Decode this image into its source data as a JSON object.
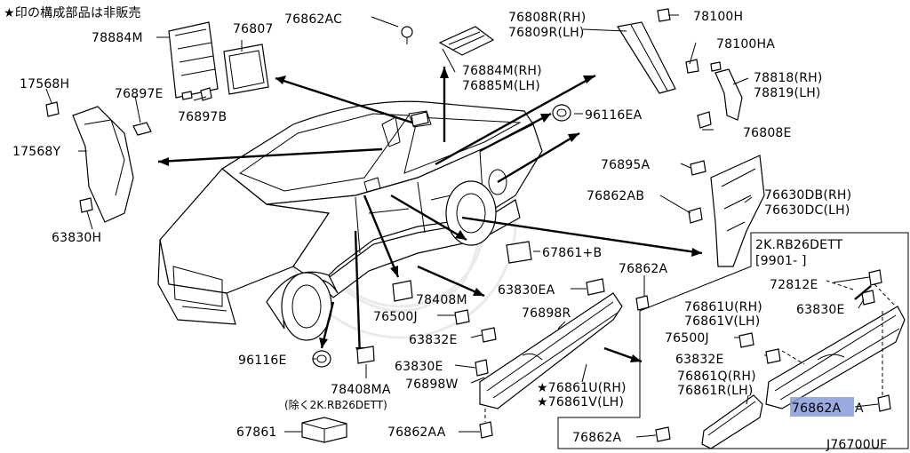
{
  "diagram": {
    "header_note": "★印の構成部品は非販売",
    "figure_code": "J76700UF",
    "variant_box": {
      "line1": "2K.RB26DETT",
      "line2": "[9901-      ]"
    },
    "exclusion_note": "(除く2K.RB26DETT)",
    "highlighted_part": "76862A",
    "labels": {
      "p78884M": "78884M",
      "p76807": "76807",
      "p76862AC": "76862AC",
      "p76808R": "76808R(RH)",
      "p76809R": "76809R(LH)",
      "p78100H": "78100H",
      "p78100HA": "78100HA",
      "p17568H": "17568H",
      "p76897E": "76897E",
      "p76897B": "76897B",
      "p76884M": "76884M(RH)",
      "p76885M": "76885M(LH)",
      "p78818": "78818(RH)",
      "p78819": "78819(LH)",
      "p96116EA": "96116EA",
      "p76808E": "76808E",
      "p17568Y": "17568Y",
      "p76895A": "76895A",
      "p76862AB": "76862AB",
      "p76630DB": "76630DB(RH)",
      "p76630DC": "76630DC(LH)",
      "p63830H": "63830H",
      "p67861B": "67861+B",
      "p76862A_top": "76862A",
      "p72812E": "72812E",
      "p63830EA": "63830EA",
      "p78408M": "78408M",
      "p76861U_box": "76861U(RH)",
      "p76861V_box": "76861V(LH)",
      "p63830E_box": "63830E",
      "p76500J": "76500J",
      "p76898R": "76898R",
      "p63832E": "63832E",
      "p76500J_box": "76500J",
      "p63832E_box": "63832E",
      "p96116E": "96116E",
      "p63830E": "63830E",
      "p78408MA": "78408MA",
      "p76898W": "76898W",
      "p76861U_star": "★76861U(RH)",
      "p76861V_star": "★76861V(LH)",
      "p76861Q": "76861Q(RH)",
      "p76861R": "76861R(LH)",
      "p76862AA_box_suffix": "A",
      "p67861": "67861",
      "p76862AA": "76862AA",
      "p76862A_box": "76862A"
    }
  }
}
